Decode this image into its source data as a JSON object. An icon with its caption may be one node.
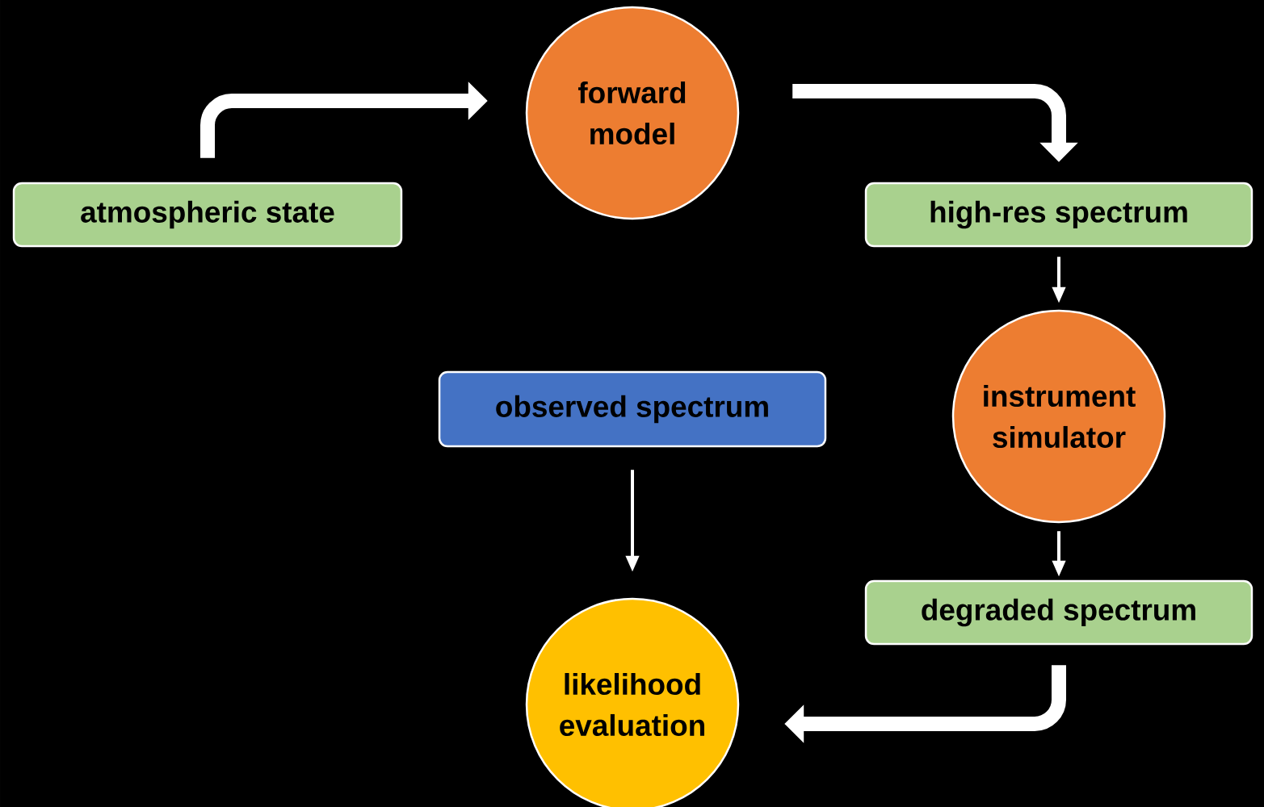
{
  "diagram": {
    "nodes": [
      {
        "text": [
          "atmospheric state"
        ]
      },
      {
        "text": [
          "forward model"
        ]
      },
      {
        "text": [
          "high-res spectrum"
        ]
      },
      {
        "text": [
          "instrument simulator"
        ]
      },
      {
        "text": [
          "observed spectrum"
        ]
      },
      {
        "text": [
          "degraded spectrum"
        ]
      },
      {
        "text": [
          "likelihood evaluation"
        ]
      }
    ],
    "edges": [
      {
        "from": 0,
        "to": 1,
        "arrow": "to",
        "style": "thick"
      },
      {
        "from": 1,
        "to": 2,
        "arrow": "to",
        "style": "thick"
      },
      {
        "from": 2,
        "to": 3,
        "arrow": "to"
      },
      {
        "from": 3,
        "to": 5,
        "arrow": "to"
      },
      {
        "from": 4,
        "to": 6,
        "arrow": "to"
      },
      {
        "from": 5,
        "to": 6,
        "arrow": "to",
        "style": "thick"
      }
    ]
  }
}
